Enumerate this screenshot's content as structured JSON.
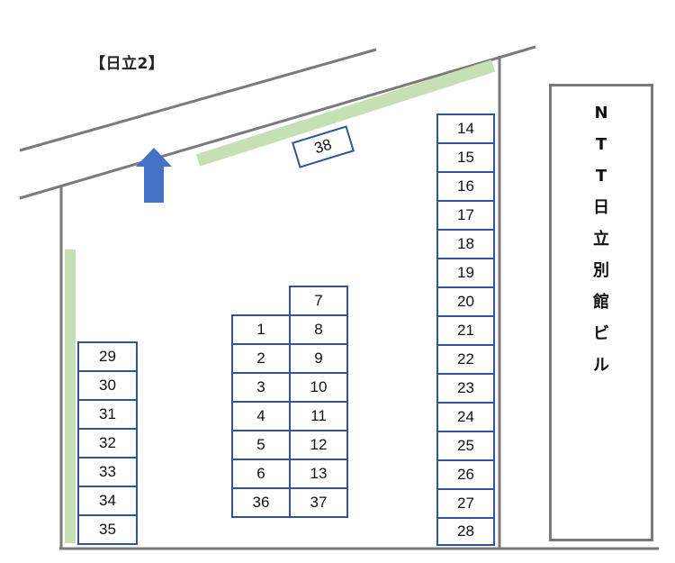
{
  "title": "【日立2】",
  "building": {
    "label_chars": [
      "N",
      "T",
      "T",
      "日",
      "立",
      "別",
      "館",
      "ビ",
      "ル"
    ],
    "label": "NTT日立別館ビル"
  },
  "entrance_arrow": {
    "direction": "up",
    "color": "#4472c4"
  },
  "colors": {
    "slot_border": "#2f5597",
    "hedge": "#c5e0b4",
    "wall": "#7a7a7a"
  },
  "slots": {
    "slanted": [
      "38"
    ],
    "left_column": [
      "29",
      "30",
      "31",
      "32",
      "33",
      "34",
      "35"
    ],
    "middle_left": [
      "1",
      "2",
      "3",
      "4",
      "5",
      "6",
      "36"
    ],
    "middle_right": [
      "7",
      "8",
      "9",
      "10",
      "11",
      "12",
      "13",
      "37"
    ],
    "right_column": [
      "14",
      "15",
      "16",
      "17",
      "18",
      "19",
      "20",
      "21",
      "22",
      "23",
      "24",
      "25",
      "26",
      "27",
      "28"
    ]
  }
}
